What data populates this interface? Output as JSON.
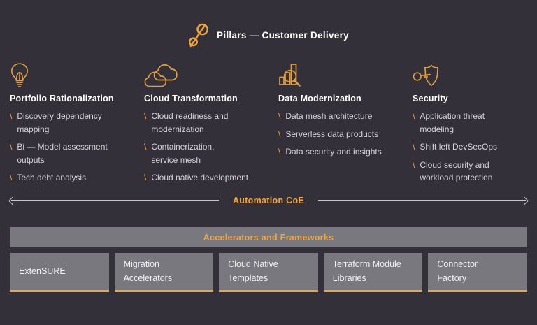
{
  "header": {
    "title": "Pillars — Customer Delivery"
  },
  "bullet_marker": "\\",
  "pillars": [
    {
      "icon": "lightbulb-icon",
      "title": "Portfolio Rationalization",
      "items": [
        "Discovery dependency\nmapping",
        "Bi — Model assessment\noutputs",
        "Tech debt analysis"
      ]
    },
    {
      "icon": "clouds-icon",
      "title": "Cloud Transformation",
      "items": [
        "Cloud readiness and\nmodernization",
        "Containerization,\nservice mesh",
        "Cloud native development"
      ]
    },
    {
      "icon": "bar-chart-magnifier-icon",
      "title": "Data Modernization",
      "items": [
        "Data mesh architecture",
        "Serverless data products",
        "Data security and insights"
      ]
    },
    {
      "icon": "shield-key-icon",
      "title": "Security",
      "items": [
        "Application threat\nmodeling",
        "Shift left DevSecOps",
        "Cloud security and\nworkload protection"
      ]
    }
  ],
  "automation": {
    "label": "Automation CoE"
  },
  "accelerators": {
    "header": "Accelerators and Frameworks",
    "boxes": [
      "ExtenSURE",
      "Migration\nAccelerators",
      "Cloud Native\nTemplates",
      "Terraform Module\nLibraries",
      "Connector\nFactory"
    ]
  },
  "colors": {
    "background": "#343039",
    "accent_orange": "#f0a43e",
    "icon_stroke": "#dfa045",
    "box_gray": "#7a787f",
    "body_text": "#d5d3d8",
    "arrow_gray": "#c7c5cb",
    "title_white": "#ffffff"
  }
}
